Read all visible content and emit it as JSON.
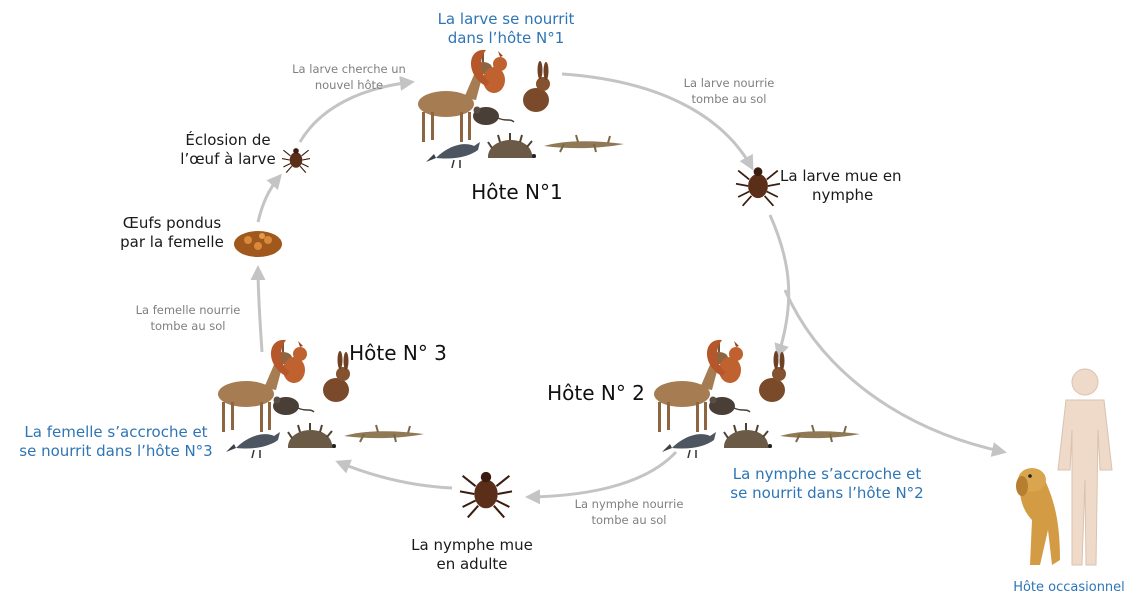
{
  "diagram": {
    "steps": {
      "larva_feeds_host1": [
        "La larve se nourrit",
        "dans l’hôte N°1"
      ],
      "larva_falls": [
        "La larve nourrie",
        "tombe au sol"
      ],
      "larva_molts": [
        "La larve mue en",
        "nymphe"
      ],
      "nymph_attaches": [
        "La nymphe s’accroche et",
        "se nourrit dans l’hôte N°2"
      ],
      "nymph_falls": [
        "La nymphe nourrie",
        "tombe au sol"
      ],
      "nymph_molts": [
        "La nymphe mue",
        "en adulte"
      ],
      "female_attaches": [
        "La femelle s’accroche et",
        "se nourrit dans l’hôte N°3"
      ],
      "female_falls": [
        "La femelle nourrie",
        "tombe au sol"
      ],
      "eggs_laid": [
        "Œufs pondus",
        "par la femelle"
      ],
      "hatching": [
        "Éclosion de",
        "l’œuf à larve"
      ],
      "larva_seeks": [
        "La larve cherche un",
        "nouvel hôte"
      ]
    },
    "hosts": {
      "host1": "Hôte N°1",
      "host2": "Hôte N° 2",
      "host3": "Hôte N° 3",
      "occasional": "Hôte occasionnel"
    },
    "colors": {
      "highlight_text": "#2e75b6",
      "arrow": "#bfbfbf",
      "deer": "#a67c52",
      "squirrel": "#b5562b",
      "hare": "#7a4a2a",
      "hedgehog": "#6b5a45",
      "mouse": "#4a3f36",
      "bird": "#4d5560",
      "lizard": "#8f7a55",
      "tick": "#5a2e18",
      "dog": "#d39b43",
      "human": "#efd9c8"
    }
  }
}
